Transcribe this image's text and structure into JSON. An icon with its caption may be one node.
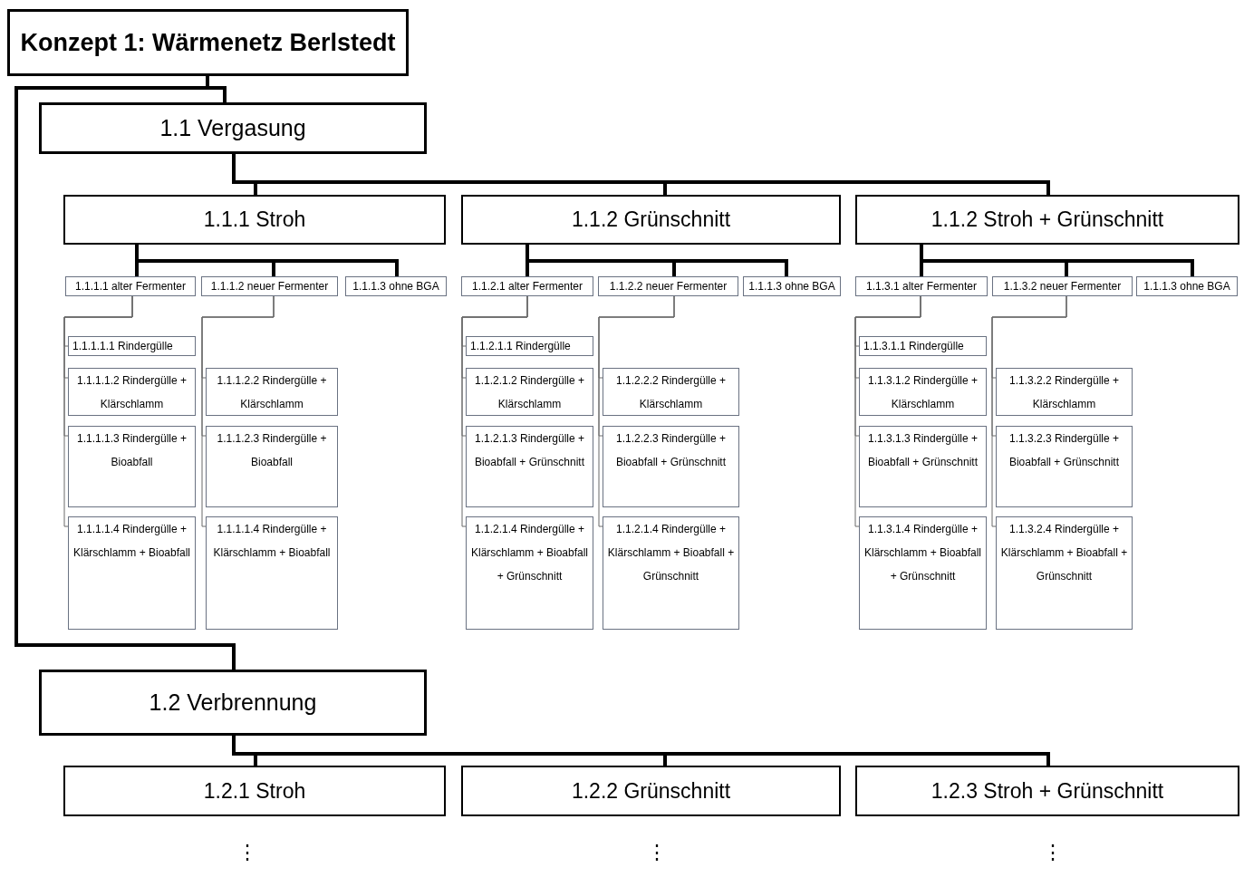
{
  "diagram": {
    "nodes": [
      {
        "text": [
          "Konzept 1: Wärmenetz Berlstedt"
        ]
      },
      {
        "text": [
          "1.1 Vergasung"
        ]
      },
      {
        "text": [
          "1.1.1 Stroh"
        ]
      },
      {
        "text": [
          "1.1.2 Grünschnitt"
        ]
      },
      {
        "text": [
          "1.1.2 Stroh + Grünschnitt"
        ]
      },
      {
        "text": [
          "1.1.1.1 alter Fermenter"
        ]
      },
      {
        "text": [
          "1.1.1.2 neuer Fermenter"
        ]
      },
      {
        "text": [
          "1.1.1.3 ohne BGA"
        ]
      },
      {
        "text": [
          "1.1.1.1.1 Rindergülle"
        ]
      },
      {
        "text": [
          "1.1.1.1.2 Rindergülle + Klärschlamm"
        ]
      },
      {
        "text": [
          "1.1.1.1.3 Rindergülle + Bioabfall"
        ]
      },
      {
        "text": [
          "1.1.1.1.4 Rindergülle + Klärschlamm + Bioabfall"
        ]
      },
      {
        "text": [
          "1.1.1.2.2 Rindergülle + Klärschlamm"
        ]
      },
      {
        "text": [
          "1.1.1.2.3 Rindergülle + Bioabfall"
        ]
      },
      {
        "text": [
          "1.1.1.1.4 Rindergülle + Klärschlamm + Bioabfall"
        ]
      },
      {
        "text": [
          "1.1.2.1 alter Fermenter"
        ]
      },
      {
        "text": [
          "1.1.2.2 neuer Fermenter"
        ]
      },
      {
        "text": [
          "1.1.1.3 ohne BGA"
        ]
      },
      {
        "text": [
          "1.1.2.1.1 Rindergülle"
        ]
      },
      {
        "text": [
          "1.1.2.1.2 Rindergülle + Klärschlamm"
        ]
      },
      {
        "text": [
          "1.1.2.1.3 Rindergülle + Bioabfall + Grünschnitt"
        ]
      },
      {
        "text": [
          "1.1.2.1.4 Rindergülle + Klärschlamm + Bioabfall + Grünschnitt"
        ]
      },
      {
        "text": [
          "1.1.2.2.2 Rindergülle + Klärschlamm"
        ]
      },
      {
        "text": [
          "1.1.2.2.3 Rindergülle + Bioabfall + Grünschnitt"
        ]
      },
      {
        "text": [
          "1.1.2.1.4 Rindergülle + Klärschlamm + Bioabfall + Grünschnitt"
        ]
      },
      {
        "text": [
          "1.1.3.1 alter Fermenter"
        ]
      },
      {
        "text": [
          "1.1.3.2 neuer Fermenter"
        ]
      },
      {
        "text": [
          "1.1.1.3 ohne BGA"
        ]
      },
      {
        "text": [
          "1.1.3.1.1 Rindergülle"
        ]
      },
      {
        "text": [
          "1.1.3.1.2 Rindergülle + Klärschlamm"
        ]
      },
      {
        "text": [
          "1.1.3.1.3 Rindergülle + Bioabfall + Grünschnitt"
        ]
      },
      {
        "text": [
          "1.1.3.1.4 Rindergülle + Klärschlamm + Bioabfall + Grünschnitt"
        ]
      },
      {
        "text": [
          "1.1.3.2.2 Rindergülle + Klärschlamm"
        ]
      },
      {
        "text": [
          "1.1.3.2.3 Rindergülle + Bioabfall + Grünschnitt"
        ]
      },
      {
        "text": [
          "1.1.3.2.4 Rindergülle + Klärschlamm + Bioabfall + Grünschnitt"
        ]
      },
      {
        "text": [
          "1.2 Verbrennung"
        ]
      },
      {
        "text": [
          "1.2.1 Stroh"
        ]
      },
      {
        "text": [
          "1.2.2 Grünschnitt"
        ]
      },
      {
        "text": [
          "1.2.3 Stroh + Grünschnitt"
        ]
      }
    ],
    "edges": [
      {
        "from": 0,
        "to": 1,
        "arrow": "none",
        "style": "thick",
        "color": "#000000"
      },
      {
        "from": 0,
        "to": 35,
        "arrow": "none",
        "style": "thick",
        "color": "#000000"
      },
      {
        "from": 1,
        "to": 2,
        "arrow": "none",
        "style": "thick",
        "color": "#000000"
      },
      {
        "from": 1,
        "to": 3,
        "arrow": "none",
        "style": "thick",
        "color": "#000000"
      },
      {
        "from": 1,
        "to": 4,
        "arrow": "none",
        "style": "thick",
        "color": "#000000"
      },
      {
        "from": 2,
        "to": 5,
        "arrow": "none",
        "style": "thick",
        "color": "#000000"
      },
      {
        "from": 2,
        "to": 6,
        "arrow": "none",
        "style": "thick",
        "color": "#000000"
      },
      {
        "from": 2,
        "to": 7,
        "arrow": "none",
        "style": "thick",
        "color": "#000000"
      },
      {
        "from": 5,
        "to": 8,
        "arrow": "none"
      },
      {
        "from": 5,
        "to": 9,
        "arrow": "none"
      },
      {
        "from": 5,
        "to": 10,
        "arrow": "none"
      },
      {
        "from": 5,
        "to": 11,
        "arrow": "none"
      },
      {
        "from": 6,
        "to": 12,
        "arrow": "none"
      },
      {
        "from": 6,
        "to": 13,
        "arrow": "none"
      },
      {
        "from": 6,
        "to": 14,
        "arrow": "none"
      },
      {
        "from": 3,
        "to": 15,
        "arrow": "none",
        "style": "thick",
        "color": "#000000"
      },
      {
        "from": 3,
        "to": 16,
        "arrow": "none",
        "style": "thick",
        "color": "#000000"
      },
      {
        "from": 3,
        "to": 17,
        "arrow": "none",
        "style": "thick",
        "color": "#000000"
      },
      {
        "from": 15,
        "to": 18,
        "arrow": "none"
      },
      {
        "from": 15,
        "to": 19,
        "arrow": "none"
      },
      {
        "from": 15,
        "to": 20,
        "arrow": "none"
      },
      {
        "from": 15,
        "to": 21,
        "arrow": "none"
      },
      {
        "from": 16,
        "to": 22,
        "arrow": "none"
      },
      {
        "from": 16,
        "to": 23,
        "arrow": "none"
      },
      {
        "from": 16,
        "to": 24,
        "arrow": "none"
      },
      {
        "from": 4,
        "to": 25,
        "arrow": "none",
        "style": "thick",
        "color": "#000000"
      },
      {
        "from": 4,
        "to": 26,
        "arrow": "none",
        "style": "thick",
        "color": "#000000"
      },
      {
        "from": 4,
        "to": 27,
        "arrow": "none",
        "style": "thick",
        "color": "#000000"
      },
      {
        "from": 25,
        "to": 28,
        "arrow": "none"
      },
      {
        "from": 25,
        "to": 29,
        "arrow": "none"
      },
      {
        "from": 25,
        "to": 30,
        "arrow": "none"
      },
      {
        "from": 25,
        "to": 31,
        "arrow": "none"
      },
      {
        "from": 26,
        "to": 32,
        "arrow": "none"
      },
      {
        "from": 26,
        "to": 33,
        "arrow": "none"
      },
      {
        "from": 26,
        "to": 34,
        "arrow": "none"
      },
      {
        "from": 35,
        "to": 36,
        "arrow": "none",
        "style": "thick",
        "color": "#000000"
      },
      {
        "from": 35,
        "to": 37,
        "arrow": "none",
        "style": "thick",
        "color": "#000000"
      },
      {
        "from": 35,
        "to": 38,
        "arrow": "none",
        "style": "thick",
        "color": "#000000"
      }
    ],
    "labels": [
      "⋮",
      "⋮",
      "⋮"
    ]
  }
}
